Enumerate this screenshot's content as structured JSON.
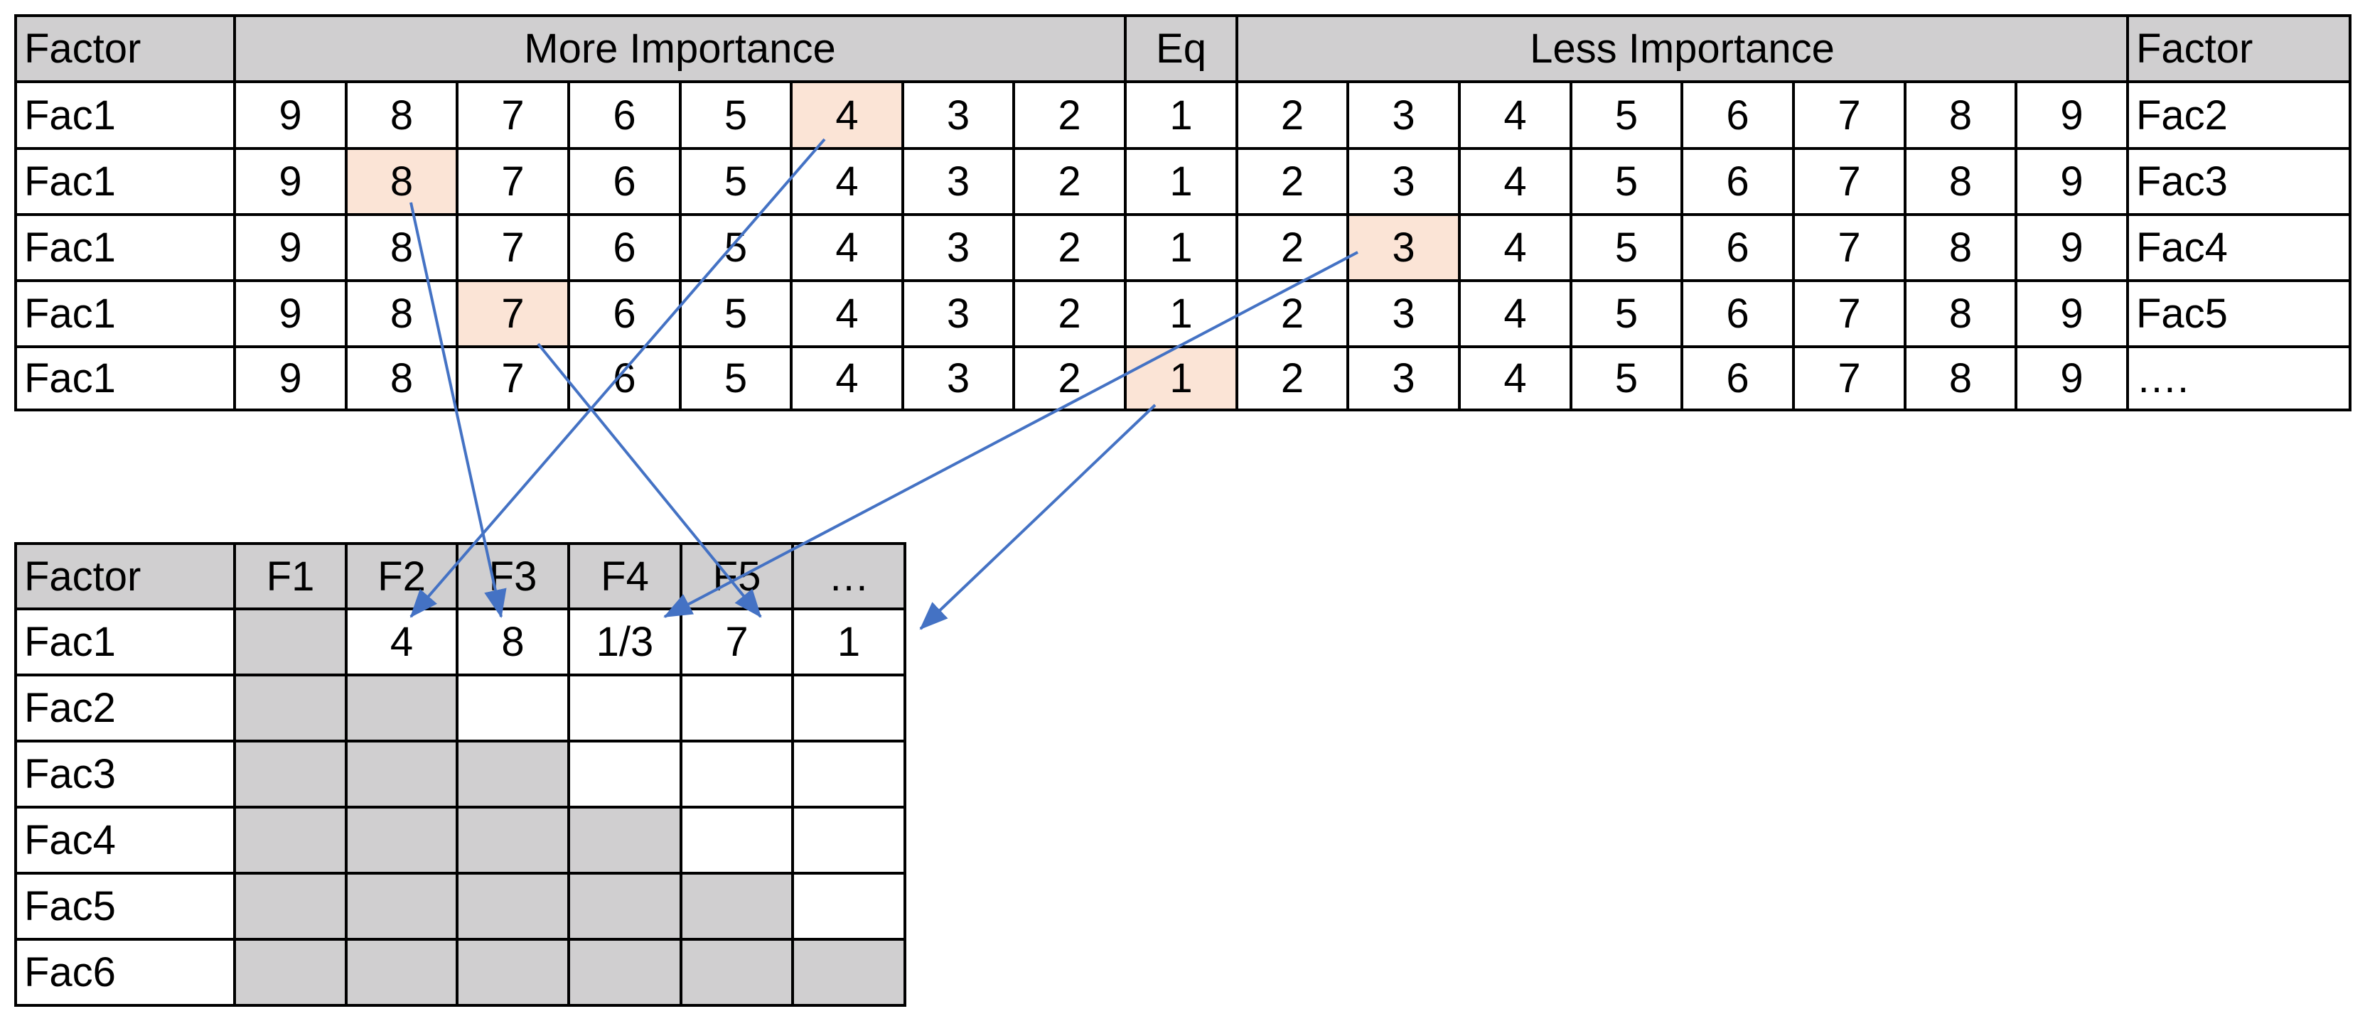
{
  "colors": {
    "header_fill": "#d0cfd0",
    "selected_fill": "#fbe4d6",
    "diagonal_fill": "#d0cfd0",
    "arrow": "#4472c4"
  },
  "comparison_table": {
    "header": {
      "left_factor": "Factor",
      "more": "More Importance",
      "eq": "Eq",
      "less": "Less Importance",
      "right_factor": "Factor"
    },
    "scale": [
      "9",
      "8",
      "7",
      "6",
      "5",
      "4",
      "3",
      "2",
      "1",
      "2",
      "3",
      "4",
      "5",
      "6",
      "7",
      "8",
      "9"
    ],
    "rows": [
      {
        "left": "Fac1",
        "right": "Fac2",
        "selected_index": 5
      },
      {
        "left": "Fac1",
        "right": "Fac3",
        "selected_index": 1
      },
      {
        "left": "Fac1",
        "right": "Fac4",
        "selected_index": 10
      },
      {
        "left": "Fac1",
        "right": "Fac5",
        "selected_index": 2
      },
      {
        "left": "Fac1",
        "right": "….",
        "selected_index": 8
      }
    ]
  },
  "matrix_table": {
    "header": [
      "Factor",
      "F1",
      "F2",
      "F3",
      "F4",
      "F5",
      "…"
    ],
    "rows": [
      {
        "label": "Fac1",
        "gray_count": 1,
        "values": [
          "",
          "4",
          "8",
          "1/3",
          "7",
          "1"
        ]
      },
      {
        "label": "Fac2",
        "gray_count": 2,
        "values": [
          "",
          "",
          "",
          "",
          "",
          ""
        ]
      },
      {
        "label": "Fac3",
        "gray_count": 3,
        "values": [
          "",
          "",
          "",
          "",
          "",
          ""
        ]
      },
      {
        "label": "Fac4",
        "gray_count": 4,
        "values": [
          "",
          "",
          "",
          "",
          "",
          ""
        ]
      },
      {
        "label": "Fac5",
        "gray_count": 5,
        "values": [
          "",
          "",
          "",
          "",
          "",
          ""
        ]
      },
      {
        "label": "Fac6",
        "gray_count": 6,
        "values": [
          "",
          "",
          "",
          "",
          "",
          ""
        ]
      }
    ]
  }
}
